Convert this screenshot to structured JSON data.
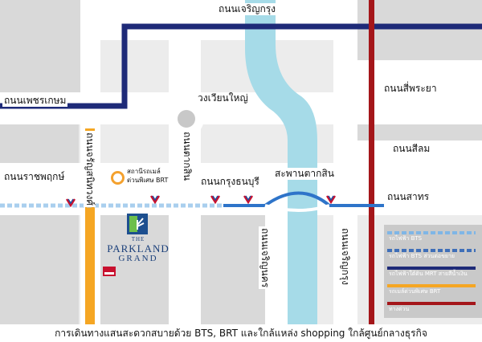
{
  "roads": {
    "charoen_krung_top": "ถนนเจริญกรุง",
    "phetkasem": "ถนนเพชรเกษม",
    "wongwian_yai": "วงเวียนใหญ่",
    "si_phraya": "ถนนสี่พระยา",
    "si_lom": "ถนนสีลม",
    "ratchaphruek": "ถนนราชพฤกษ์",
    "krung_thon_buri": "ถนนกรุงธนบุรี",
    "sathorn": "ถนนสาทร",
    "charan_sanitwong": "ถนนจรัญสนิทวงศ์",
    "tak_sin": "ถนนตากสิน",
    "charoen_nakhon": "ถนนเจริญนคร",
    "charoen_krung_vertical": "ถนนเจริญกรุง"
  },
  "landmarks": {
    "taksin_bridge": "สะพานตากสิน",
    "brt_station_line1": "สถานีรถเมล์",
    "brt_station_line2": "ด่วนพิเศษ BRT"
  },
  "hotel": {
    "the": "THE",
    "parkland": "PARKLAND",
    "grand": "GRAND"
  },
  "legend": [
    {
      "label": "รถไฟฟ้า BTS",
      "color": "#7fb6e6",
      "style": "dashed"
    },
    {
      "label": "รถไฟฟ้า BTS ส่วนต่อขยาย",
      "color": "#3f6fb8",
      "style": "dashed"
    },
    {
      "label": "รถไฟฟ้าใต้ดิน MRT สายสีน้ำเงิน",
      "color": "#1e2a78",
      "style": "solid"
    },
    {
      "label": "รถเมล์ด่วนพิเศษ BRT",
      "color": "#f5a623",
      "style": "solid"
    },
    {
      "label": "ทางด่วน",
      "color": "#a4161a",
      "style": "solid"
    }
  ],
  "colors": {
    "bts": "#a9cfee",
    "bts_extension": "#2e74c9",
    "mrt": "#1e2a78",
    "brt": "#f5a623",
    "expressway": "#a4161a",
    "river": "#a6dbe8"
  },
  "caption": "การเดินทางแสนสะดวกสบายด้วย BTS, BRT และใกล้แหล่ง shopping ใกล้ศูนย์กลางธุรกิจ"
}
